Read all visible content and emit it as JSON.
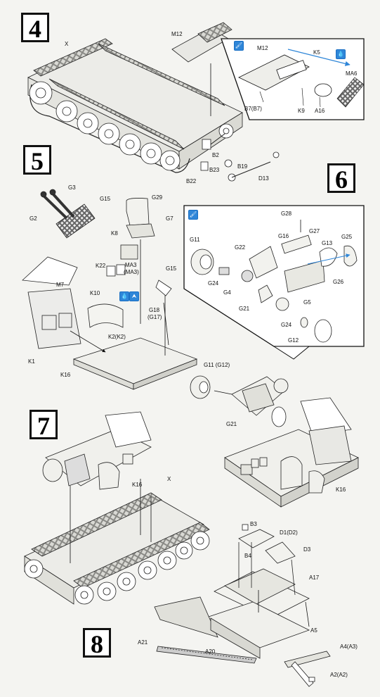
{
  "steps": {
    "s4": "4",
    "s5": "5",
    "s6": "6",
    "s7": "7",
    "s8": "8"
  },
  "labels": {
    "X_a": "X",
    "M12_a": "M12",
    "M12_b": "M12",
    "K5": "K5",
    "MA6": "MA6",
    "B7": "B7(B7)",
    "K9": "K9",
    "A16": "A16",
    "B2": "B2",
    "B23": "B23",
    "B19": "B19",
    "B22": "B22",
    "D13": "D13",
    "G3": "G3",
    "G2": "G2",
    "G15_a": "G15",
    "G29": "G29",
    "G7": "G7",
    "K8": "K8",
    "K22": "K22",
    "MA3": "MA3",
    "MA3p": "(MA3)",
    "G15_b": "G15",
    "M7": "M7",
    "K10": "K10",
    "K2": "K2(K2)",
    "G18": "G18",
    "G17": "(G17)",
    "K1": "K1",
    "K16_a": "K16",
    "G28": "G28",
    "G16": "G16",
    "G27": "G27",
    "G25": "G25",
    "G11": "G11",
    "G22": "G22",
    "G13": "G13",
    "G24_a": "G24",
    "G4": "G4",
    "G21_a": "G21",
    "G26": "G26",
    "G5": "G5",
    "G24_b": "G24",
    "G12": "G12",
    "G11G12": "G11 (G12)",
    "G21_b": "G21",
    "K16_b": "K16",
    "K16_c": "K16",
    "X_b": "X",
    "B3": "B3",
    "D1": "D1(D2)",
    "B4": "B4",
    "D3": "D3",
    "A17": "A17",
    "A5": "A5",
    "A21": "A21",
    "A20": "A20",
    "A4": "A4(A3)",
    "A2": "A2(A2)"
  },
  "icons": {
    "paint": "🖌",
    "drop": "💧",
    "flip": "⮝"
  }
}
